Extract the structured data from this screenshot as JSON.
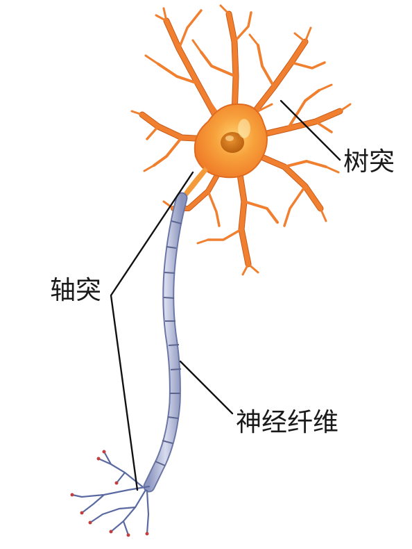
{
  "labels": {
    "dendrite": "树突",
    "axon": "轴突",
    "nerve_fiber": "神经纤维"
  },
  "colors": {
    "cell_body": "#f4a040",
    "dendrite": "#f08030",
    "nucleus": "#c86a10",
    "axon_sheath": "#b8bfd8",
    "terminal": "#5a6aa0",
    "leader_line": "#111111"
  }
}
